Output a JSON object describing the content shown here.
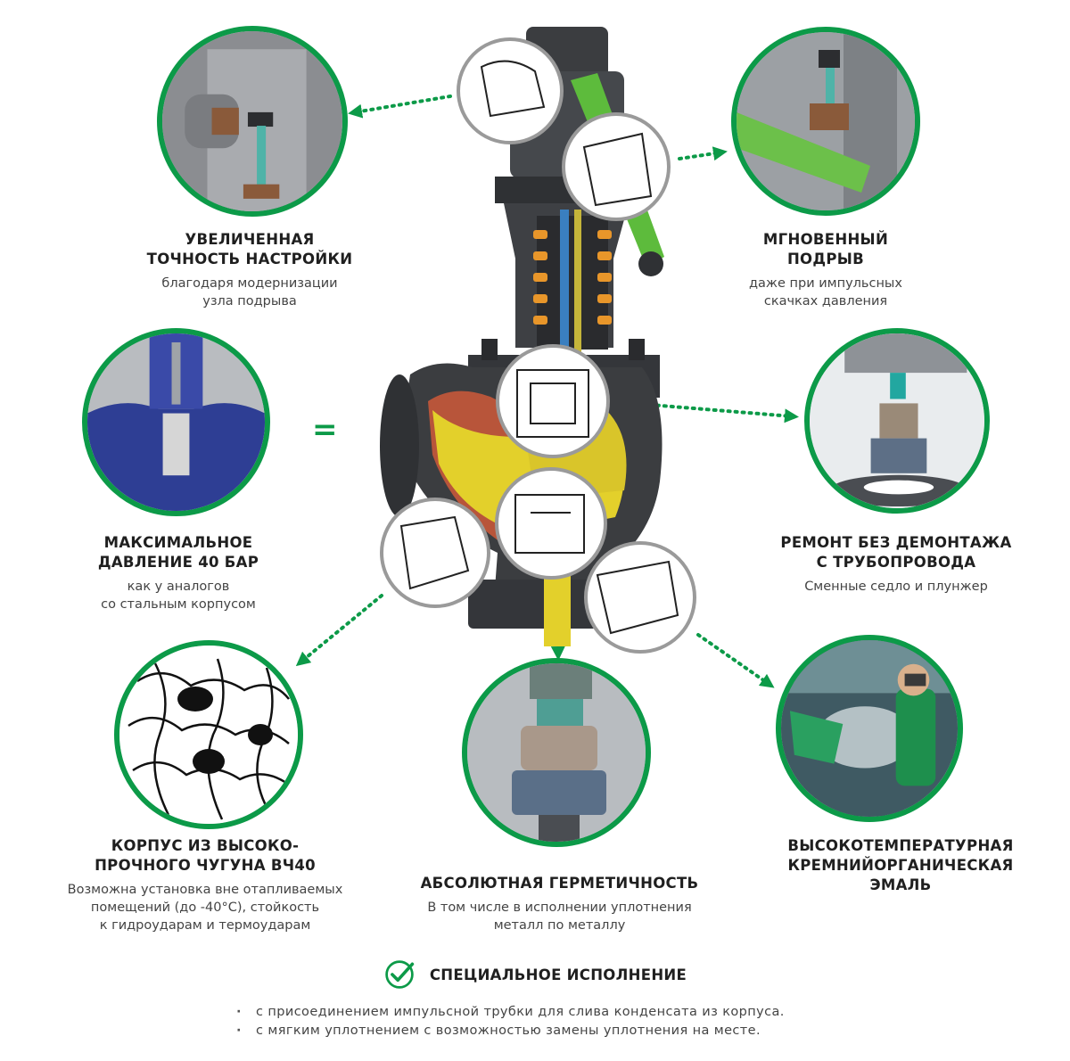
{
  "features": {
    "accuracy": {
      "title": "УВЕЛИЧЕННАЯ\nТОЧНОСТЬ НАСТРОЙКИ",
      "desc": "благодаря модернизации\nузла подрыва"
    },
    "instant": {
      "title": "МГНОВЕННЫЙ\nПОДРЫВ",
      "desc": "даже при импульсных\nскачках давления"
    },
    "pressure": {
      "title": "МАКСИМАЛЬНОЕ\nДАВЛЕНИЕ 40 БАР",
      "desc": "как у аналогов\nсо стальным корпусом"
    },
    "repair": {
      "title": "РЕМОНТ БЕЗ ДЕМОНТАЖА\nС ТРУБОПРОВОДА",
      "desc": "Сменные седло и плунжер"
    },
    "body": {
      "title": "КОРПУС ИЗ ВЫСОКО-\nПРОЧНОГО ЧУГУНА ВЧ40",
      "desc": "Возможна установка вне отапливаемых\nпомещений (до -40°С), стойкость\nк гидроударам и термоударам"
    },
    "sealing": {
      "title": "АБСОЛЮТНАЯ ГЕРМЕТИЧНОСТЬ",
      "desc": "В том числе в исполнении уплотнения\nметалл по металлу"
    },
    "enamel": {
      "title": "ВЫСОКОТЕМПЕРАТУРНАЯ\nКРЕМНИЙОРГАНИЧЕСКАЯ\nЭМАЛЬ",
      "desc": ""
    }
  },
  "equals_sign": "=",
  "special": {
    "title": "СПЕЦИАЛЬНОЕ ИСПОЛНЕНИЕ",
    "items": [
      "с присоединением импульсной трубки для слива конденсата из корпуса.",
      "с мягким уплотнением с возможностью замены уплотнения на месте."
    ]
  },
  "colors": {
    "accent": "#0c9a48",
    "body_gray": "#3b3d40",
    "spring_orange": "#e8962a",
    "flow_yellow": "#e3d02b",
    "cut_red": "#b8553a",
    "lever_green": "#5dbb3c"
  },
  "icons": {
    "special": "check-icon"
  }
}
